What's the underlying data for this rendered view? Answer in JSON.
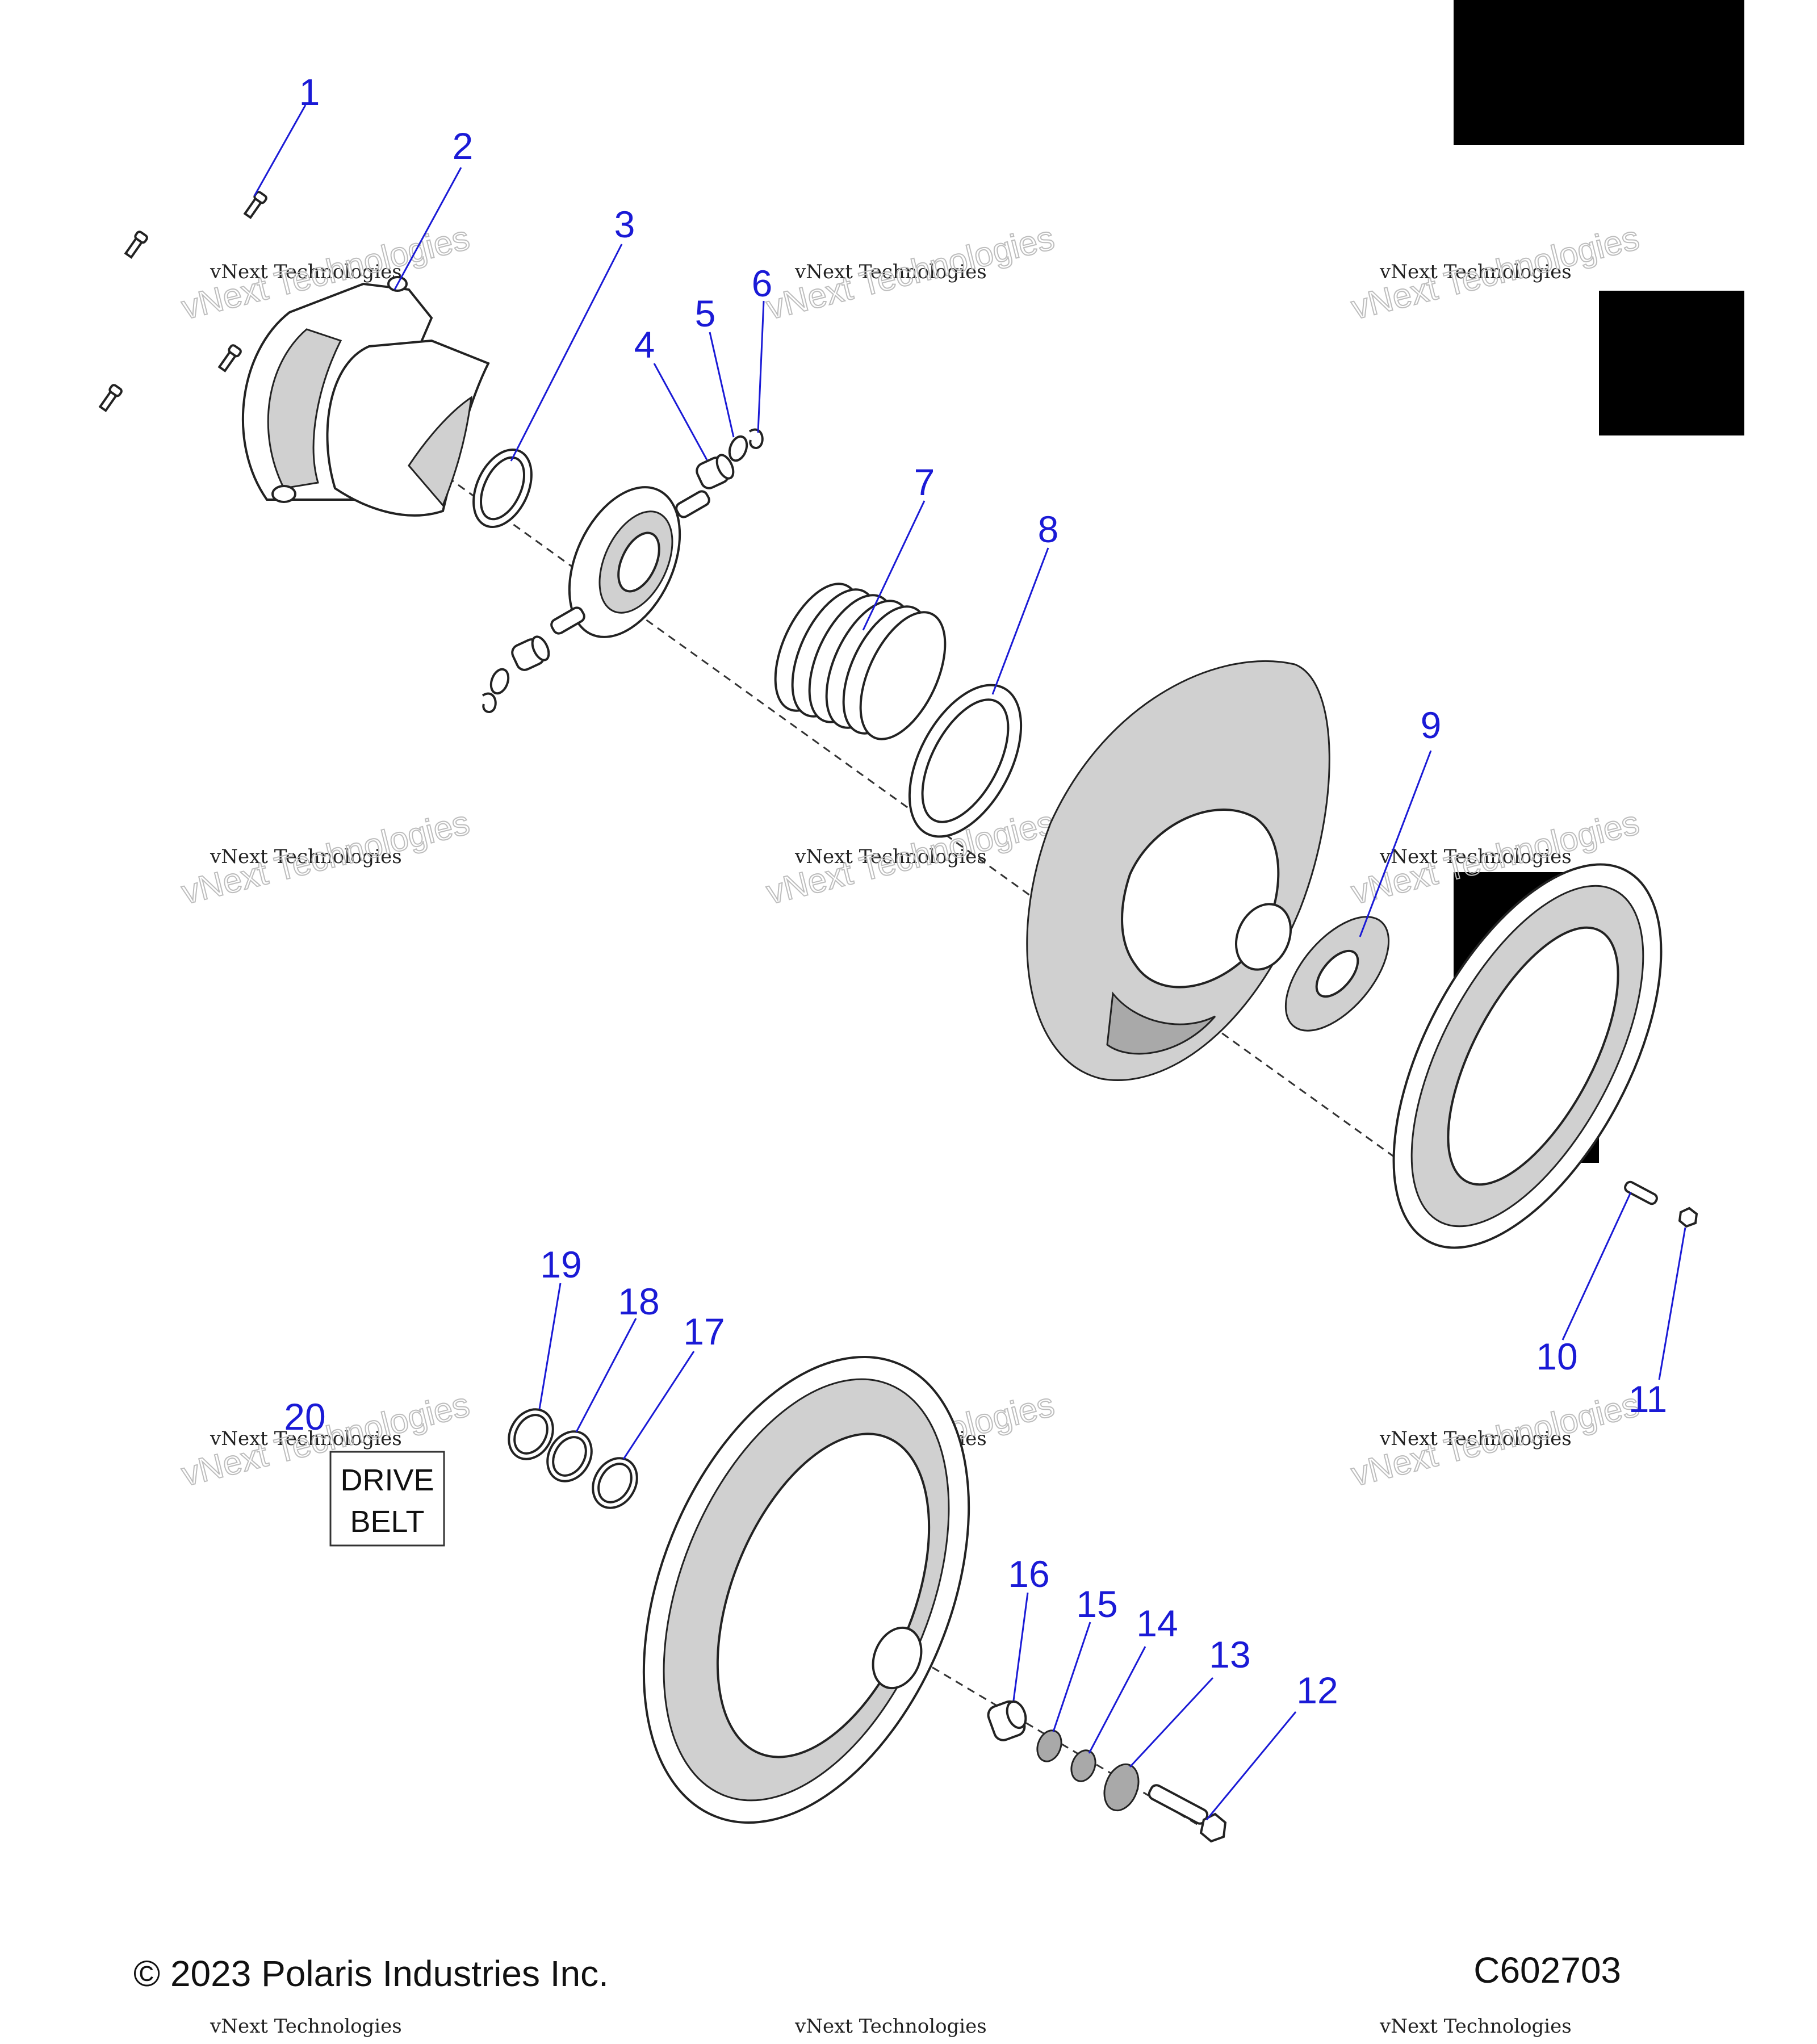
{
  "callouts": [
    "1",
    "2",
    "3",
    "4",
    "5",
    "6",
    "7",
    "8",
    "9",
    "10",
    "11",
    "12",
    "13",
    "14",
    "15",
    "16",
    "17",
    "18",
    "19",
    "20"
  ],
  "watermark": {
    "line1": "vNext Technologies",
    "line2": "vNext Technologies"
  },
  "drive_belt": {
    "line1": "DRIVE",
    "line2": "BELT"
  },
  "footer": {
    "copyright": "© 2023 Polaris Industries Inc.",
    "code": "C602703"
  }
}
